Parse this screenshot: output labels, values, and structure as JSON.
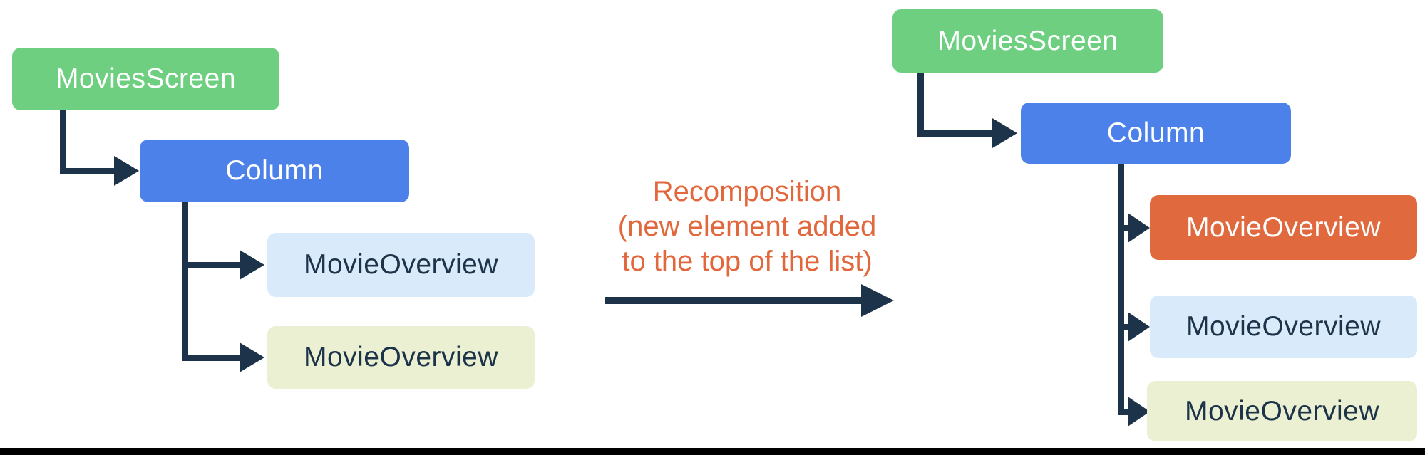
{
  "colors": {
    "green": "#6ECF81",
    "blue": "#4D81EA",
    "light_blue": "#D9EBFB",
    "light_yellow": "#EBF0D2",
    "orange": "#E0693E",
    "navy": "#1C3349",
    "orange_text": "#E2673C"
  },
  "left_tree": {
    "nodes": [
      {
        "label": "MoviesScreen",
        "variant": "green"
      },
      {
        "label": "Column",
        "variant": "blue"
      },
      {
        "label": "MovieOverview",
        "variant": "light_blue"
      },
      {
        "label": "MovieOverview",
        "variant": "light_yellow"
      }
    ]
  },
  "annotation": {
    "line1": "Recomposition",
    "line2": "(new element added",
    "line3": "to the top of the list)"
  },
  "right_tree": {
    "nodes": [
      {
        "label": "MoviesScreen",
        "variant": "green"
      },
      {
        "label": "Column",
        "variant": "blue"
      },
      {
        "label": "MovieOverview",
        "variant": "orange"
      },
      {
        "label": "MovieOverview",
        "variant": "light_blue"
      },
      {
        "label": "MovieOverview",
        "variant": "light_yellow"
      }
    ]
  }
}
